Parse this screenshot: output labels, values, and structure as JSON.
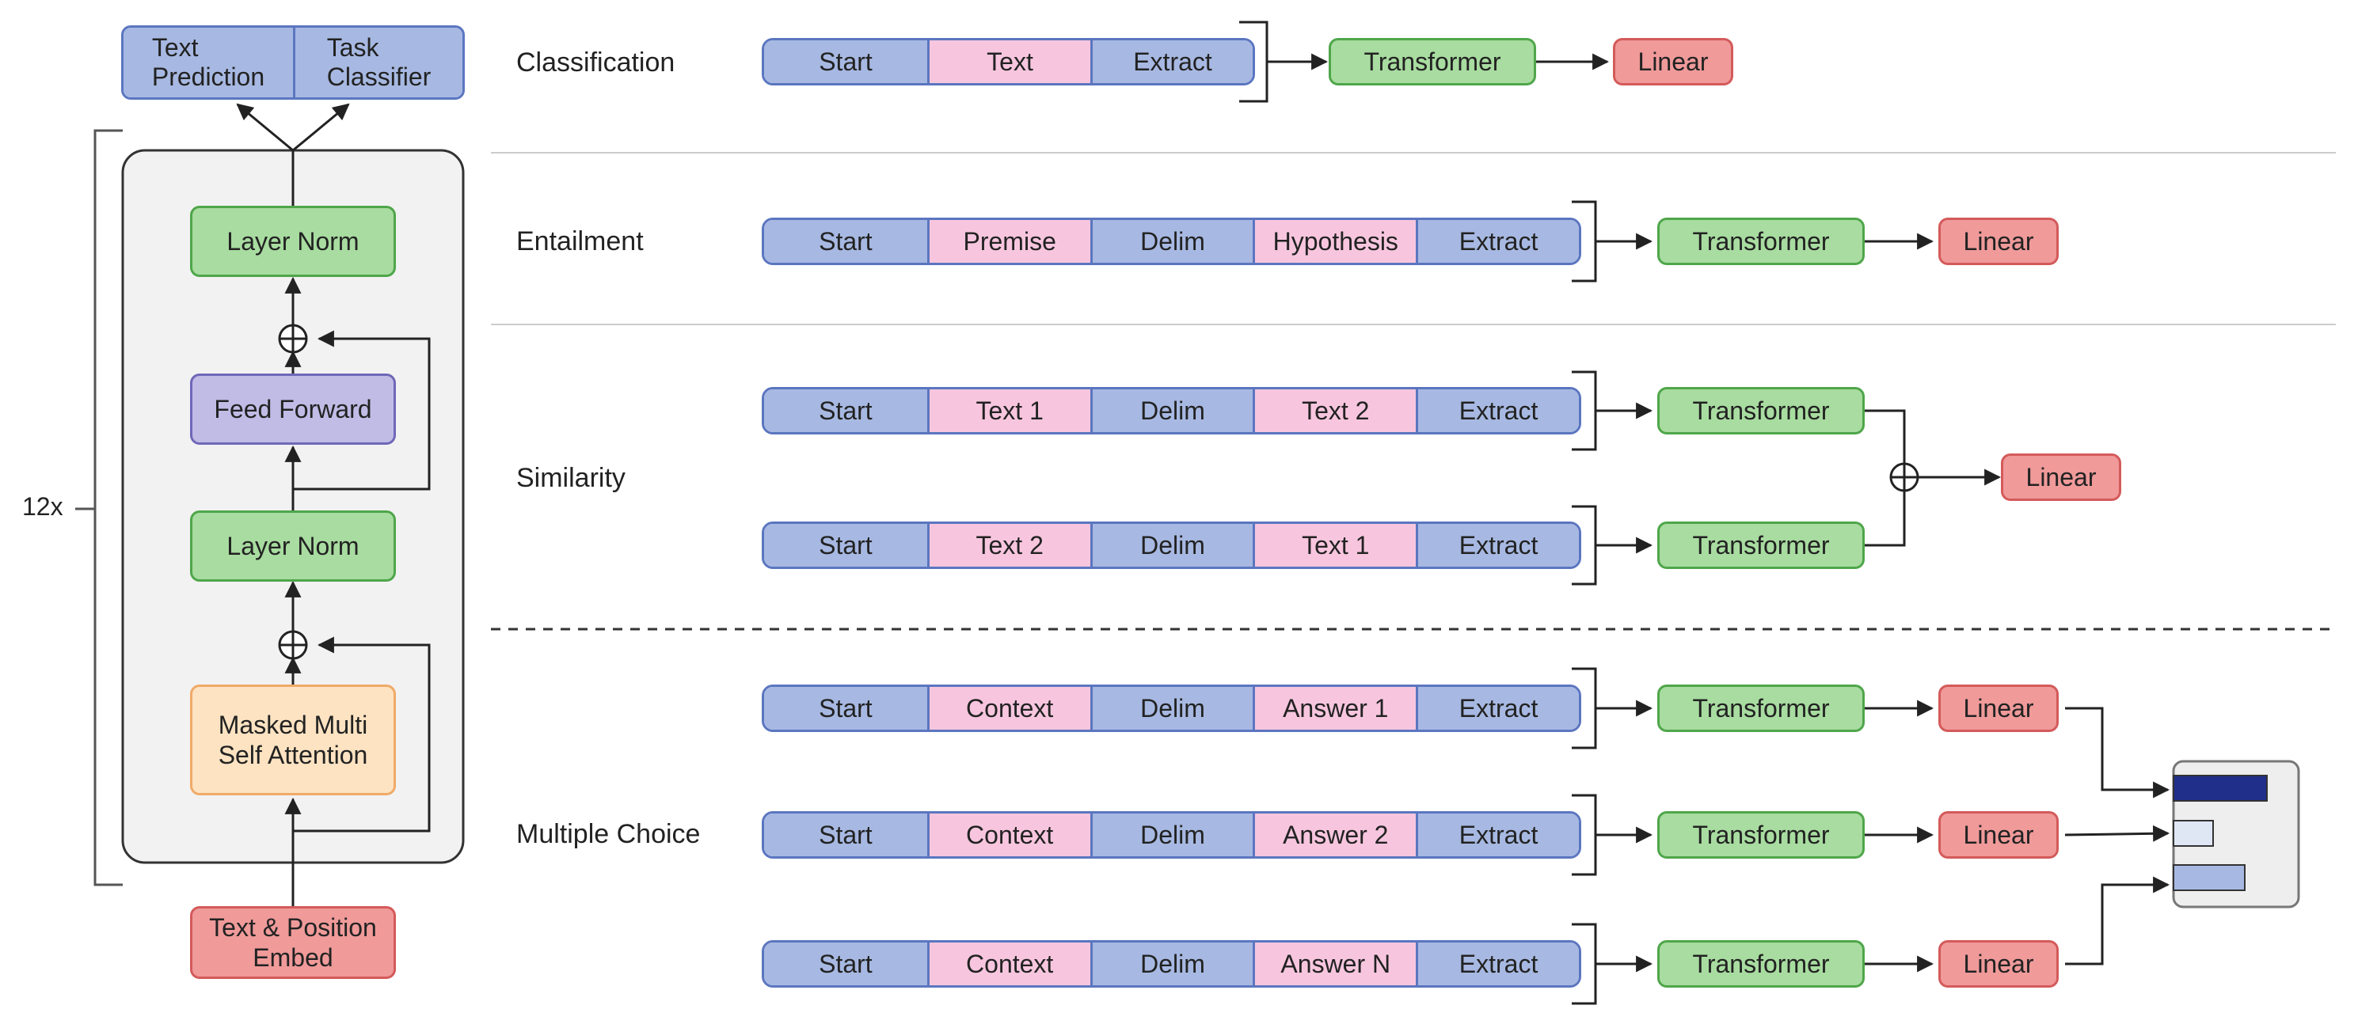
{
  "model": {
    "heads": [
      "Text\nPrediction",
      "Task\nClassifier"
    ],
    "repeat_label": "12x",
    "layer_norm_top": "Layer Norm",
    "feed_forward": "Feed Forward",
    "layer_norm_bottom": "Layer Norm",
    "attention": "Masked Multi\nSelf Attention",
    "embed": "Text & Position\nEmbed"
  },
  "tasks": {
    "classification": {
      "label": "Classification",
      "sequence": [
        "Start",
        "Text",
        "Extract"
      ],
      "transformer": "Transformer",
      "linear": "Linear"
    },
    "entailment": {
      "label": "Entailment",
      "sequence": [
        "Start",
        "Premise",
        "Delim",
        "Hypothesis",
        "Extract"
      ],
      "transformer": "Transformer",
      "linear": "Linear"
    },
    "similarity": {
      "label": "Similarity",
      "sequences": [
        [
          "Start",
          "Text 1",
          "Delim",
          "Text 2",
          "Extract"
        ],
        [
          "Start",
          "Text 2",
          "Delim",
          "Text 1",
          "Extract"
        ]
      ],
      "transformer": "Transformer",
      "linear": "Linear"
    },
    "multiple_choice": {
      "label": "Multiple Choice",
      "sequences": [
        [
          "Start",
          "Context",
          "Delim",
          "Answer 1",
          "Extract"
        ],
        [
          "Start",
          "Context",
          "Delim",
          "Answer 2",
          "Extract"
        ],
        [
          "Start",
          "Context",
          "Delim",
          "Answer N",
          "Extract"
        ]
      ],
      "transformer": "Transformer",
      "linear": "Linear"
    }
  },
  "colors": {
    "token_blue": "#a7b9e2",
    "token_pink": "#f7c6de",
    "transformer_green": "#a8dca0",
    "linear_red": "#f09a9a",
    "feed_forward_purple": "#c0bce6",
    "attention_orange": "#fde3c2",
    "softmax_dark_bar": "#1f2f8a"
  }
}
